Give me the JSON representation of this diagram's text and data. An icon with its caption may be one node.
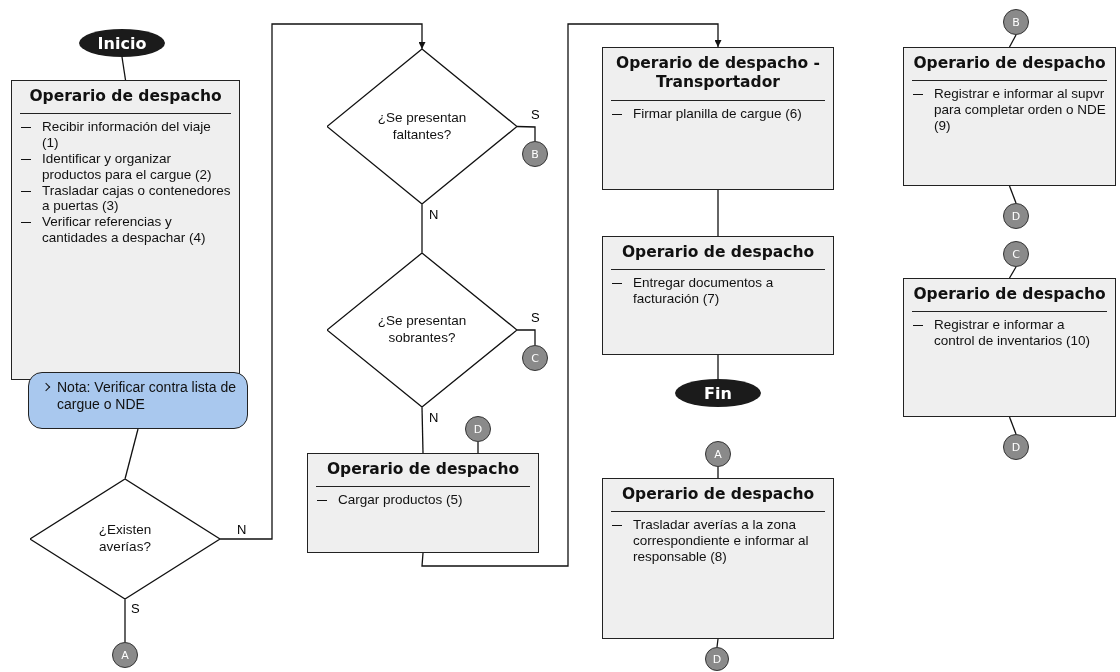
{
  "diagram": {
    "nodes": [
      {
        "text": [
          "Inicio"
        ]
      },
      {
        "text": [
          "Operario de despacho",
          "Recibir información del viaje (1)",
          "Identificar y organizar productos para el cargue (2)",
          "Trasladar cajas o contenedores a puertas (3)",
          "Verificar referencias y cantidades a despachar (4)"
        ]
      },
      {
        "text": [
          "Nota: Verificar contra lista de cargue o NDE"
        ]
      },
      {
        "text": [
          "¿Existen averías?"
        ]
      },
      {
        "text": [
          "A"
        ]
      },
      {
        "text": [
          "¿Se presentan faltantes?"
        ]
      },
      {
        "text": [
          "B"
        ]
      },
      {
        "text": [
          "¿Se presentan sobrantes?"
        ]
      },
      {
        "text": [
          "C"
        ]
      },
      {
        "text": [
          "D"
        ]
      },
      {
        "text": [
          "Operario de despacho",
          "Cargar productos (5)"
        ]
      },
      {
        "text": [
          "Operario de despacho - Transportador",
          "Firmar planilla de cargue (6)"
        ]
      },
      {
        "text": [
          "Operario de despacho",
          "Entregar documentos a facturación (7)"
        ]
      },
      {
        "text": [
          "Fin"
        ]
      },
      {
        "text": [
          "A"
        ]
      },
      {
        "text": [
          "Operario de despacho",
          "Trasladar averías a la zona correspondiente e informar al responsable (8)"
        ]
      },
      {
        "text": [
          "D"
        ]
      },
      {
        "text": [
          "B"
        ]
      },
      {
        "text": [
          "Operario de despacho",
          "Registrar e informar al supvr para completar orden o NDE (9)"
        ]
      },
      {
        "text": [
          "D"
        ]
      },
      {
        "text": [
          "C"
        ]
      },
      {
        "text": [
          "Operario de despacho",
          "Registrar e informar a control de inventarios (10)"
        ]
      },
      {
        "text": [
          "D"
        ]
      }
    ],
    "edges": [
      {
        "from": 0,
        "to": 1,
        "arrow": "none"
      },
      {
        "from": 2,
        "to": 3,
        "arrow": "none"
      },
      {
        "from": 3,
        "to": 5,
        "arrow": "to",
        "label": "N"
      },
      {
        "from": 3,
        "to": 4,
        "arrow": "none",
        "label": "S"
      },
      {
        "from": 5,
        "to": 6,
        "arrow": "none",
        "label": "S"
      },
      {
        "from": 5,
        "to": 7,
        "arrow": "none",
        "label": "N"
      },
      {
        "from": 7,
        "to": 8,
        "arrow": "none",
        "label": "S"
      },
      {
        "from": 7,
        "to": 10,
        "arrow": "none",
        "label": "N"
      },
      {
        "from": 9,
        "to": 10,
        "arrow": "none"
      },
      {
        "from": 10,
        "to": 11,
        "arrow": "to"
      },
      {
        "from": 11,
        "to": 12,
        "arrow": "none"
      },
      {
        "from": 12,
        "to": 13,
        "arrow": "none"
      },
      {
        "from": 14,
        "to": 15,
        "arrow": "none"
      },
      {
        "from": 15,
        "to": 16,
        "arrow": "none"
      },
      {
        "from": 17,
        "to": 18,
        "arrow": "none"
      },
      {
        "from": 18,
        "to": 19,
        "arrow": "none"
      },
      {
        "from": 20,
        "to": 21,
        "arrow": "none"
      },
      {
        "from": 21,
        "to": 22,
        "arrow": "none"
      }
    ]
  }
}
